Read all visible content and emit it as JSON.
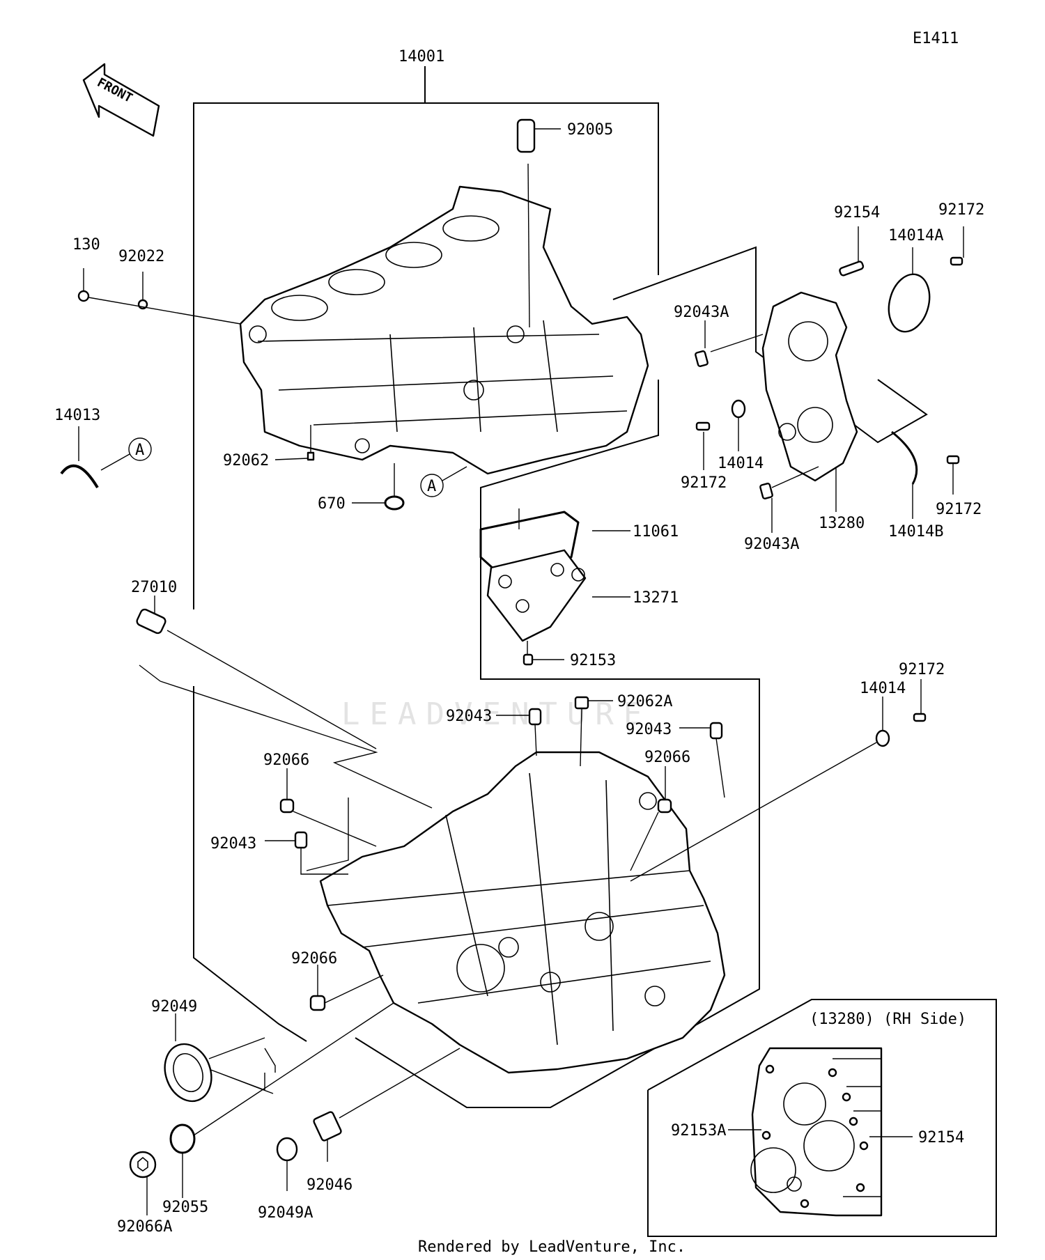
{
  "figure_code": "E1411",
  "front_arrow_text": "FRONT",
  "footer": "Rendered by LeadVenture, Inc.",
  "watermark": "LEADVENTURE",
  "inset_title": "(13280) (RH Side)",
  "callout_marker": "A",
  "labels": {
    "p14001": "14001",
    "p92005": "92005",
    "p130": "130",
    "p92022": "92022",
    "p14013": "14013",
    "p92062": "92062",
    "p670": "670",
    "p92154": "92154",
    "p92172a": "92172",
    "p14014A": "14014A",
    "p92043Aa": "92043A",
    "p92172b": "92172",
    "p14014a": "14014",
    "p13280": "13280",
    "p92043Ab": "92043A",
    "p14014B": "14014B",
    "p92172c": "92172",
    "p11061": "11061",
    "p13271": "13271",
    "p92153": "92153",
    "p27010": "27010",
    "p92062A": "92062A",
    "p92043a": "92043",
    "p92043b": "92043",
    "p92066a": "92066",
    "p92066b": "92066",
    "p92172d": "92172",
    "p14014b": "14014",
    "p92043c": "92043",
    "p92066c": "92066",
    "p92049": "92049",
    "p92055": "92055",
    "p92049A": "92049A",
    "p92046": "92046",
    "p92066A": "92066A",
    "p92153A": "92153A",
    "p92154b": "92154"
  }
}
